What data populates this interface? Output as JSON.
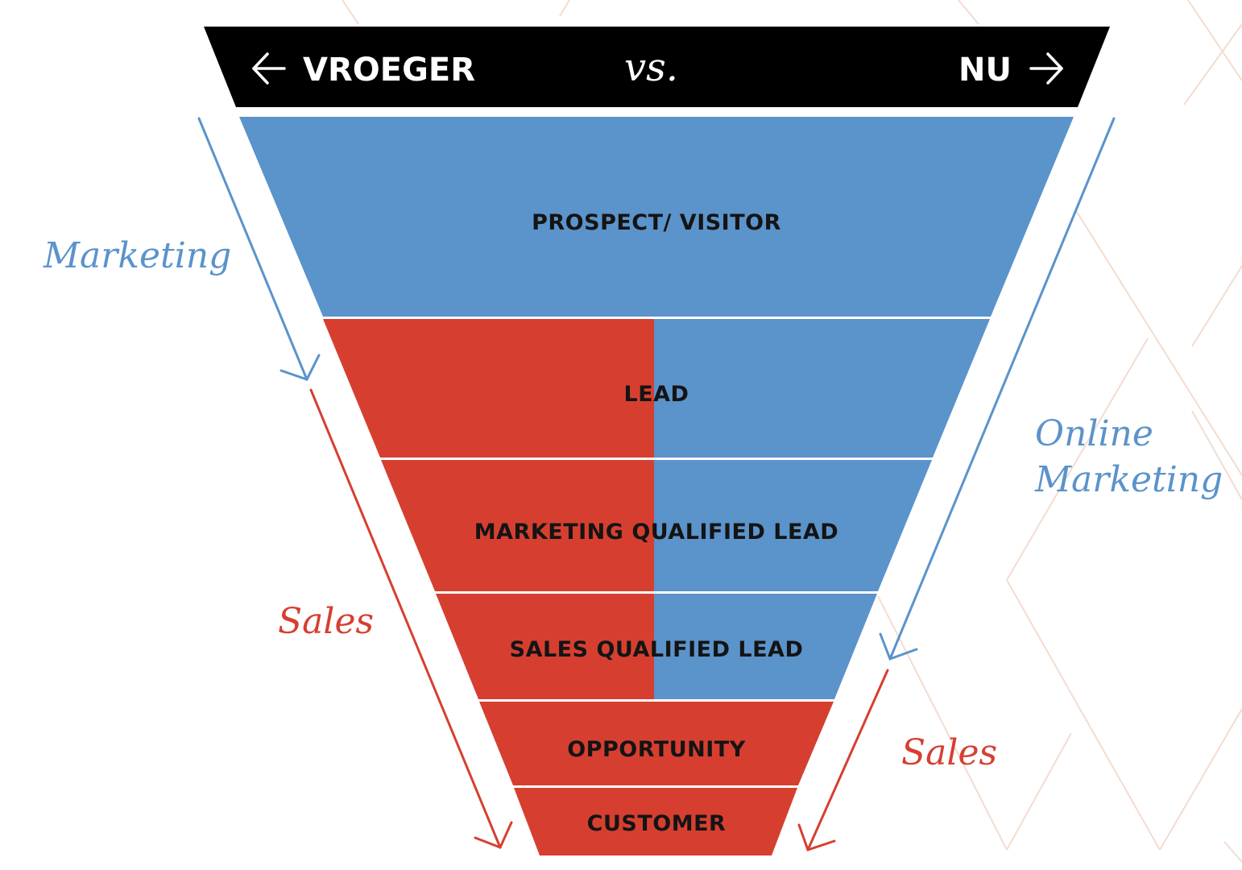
{
  "header": {
    "left_label": "VROEGER",
    "center_label": "vs.",
    "right_label": "NU"
  },
  "stages": [
    {
      "label": "PROSPECT/ VISITOR"
    },
    {
      "label": "LEAD"
    },
    {
      "label": "MARKETING QUALIFIED LEAD"
    },
    {
      "label": "SALES QUALIFIED LEAD"
    },
    {
      "label": "OPPORTUNITY"
    },
    {
      "label": "CUSTOMER"
    }
  ],
  "left_side": {
    "marketing_label": "Marketing",
    "sales_label": "Sales"
  },
  "right_side": {
    "online_line1": "Online",
    "online_line2": "Marketing",
    "sales_label": "Sales"
  },
  "colors": {
    "marketing_blue": "#5B93CB",
    "sales_red": "#D63F30",
    "header_black": "#000000",
    "background_lines": "#F3DCD0"
  }
}
